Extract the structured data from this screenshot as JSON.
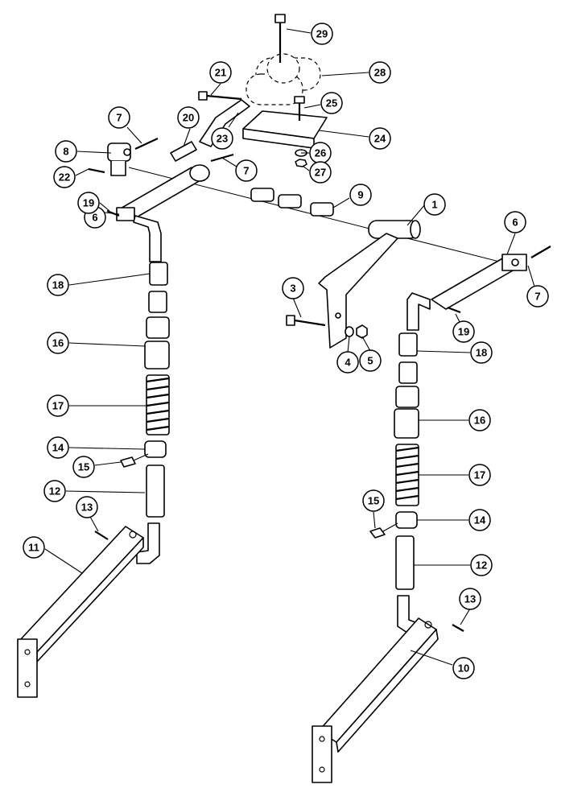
{
  "callouts": [
    {
      "label": "1"
    },
    {
      "label": "3"
    },
    {
      "label": "4"
    },
    {
      "label": "5"
    },
    {
      "label": "6"
    },
    {
      "label": "6"
    },
    {
      "label": "7"
    },
    {
      "label": "7"
    },
    {
      "label": "7"
    },
    {
      "label": "8"
    },
    {
      "label": "9"
    },
    {
      "label": "10"
    },
    {
      "label": "11"
    },
    {
      "label": "12"
    },
    {
      "label": "12"
    },
    {
      "label": "13"
    },
    {
      "label": "13"
    },
    {
      "label": "14"
    },
    {
      "label": "14"
    },
    {
      "label": "15"
    },
    {
      "label": "15"
    },
    {
      "label": "16"
    },
    {
      "label": "16"
    },
    {
      "label": "17"
    },
    {
      "label": "17"
    },
    {
      "label": "18"
    },
    {
      "label": "18"
    },
    {
      "label": "19"
    },
    {
      "label": "19"
    },
    {
      "label": "20"
    },
    {
      "label": "21"
    },
    {
      "label": "22"
    },
    {
      "label": "23"
    },
    {
      "label": "24"
    },
    {
      "label": "25"
    },
    {
      "label": "26"
    },
    {
      "label": "27"
    },
    {
      "label": "28"
    },
    {
      "label": "29"
    }
  ]
}
